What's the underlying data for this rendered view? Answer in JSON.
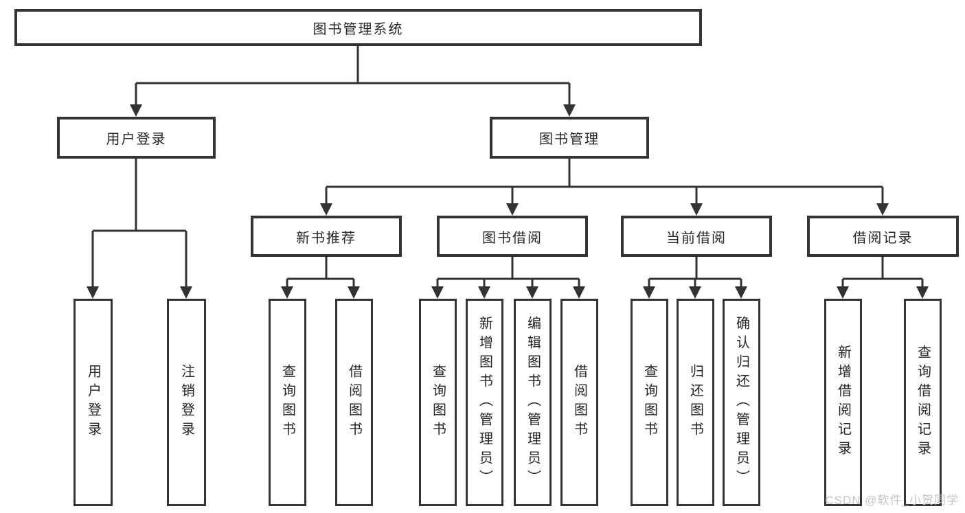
{
  "diagram": {
    "type": "tree",
    "watermark": "CSDN @软件_小贺同学",
    "colors": {
      "line": "#333333",
      "text": "#262626",
      "background": "#ffffff",
      "watermark": "#c6c5c5"
    },
    "tree": {
      "label": "图书管理系统",
      "children": [
        {
          "label": "用户登录",
          "children": [
            {
              "label": "用户登录"
            },
            {
              "label": "注销登录"
            }
          ]
        },
        {
          "label": "图书管理",
          "children": [
            {
              "label": "新书推荐",
              "children": [
                {
                  "label": "查询图书"
                },
                {
                  "label": "借阅图书"
                }
              ]
            },
            {
              "label": "图书借阅",
              "children": [
                {
                  "label": "查询图书"
                },
                {
                  "label": "新增图书（管理员）"
                },
                {
                  "label": "编辑图书（管理员）"
                },
                {
                  "label": "借阅图书"
                }
              ]
            },
            {
              "label": "当前借阅",
              "children": [
                {
                  "label": "查询图书"
                },
                {
                  "label": "归还图书"
                },
                {
                  "label": "确认归还（管理员）"
                }
              ]
            },
            {
              "label": "借阅记录",
              "children": [
                {
                  "label": "新增借阅记录"
                },
                {
                  "label": "查询借阅记录"
                }
              ]
            }
          ]
        }
      ]
    }
  }
}
